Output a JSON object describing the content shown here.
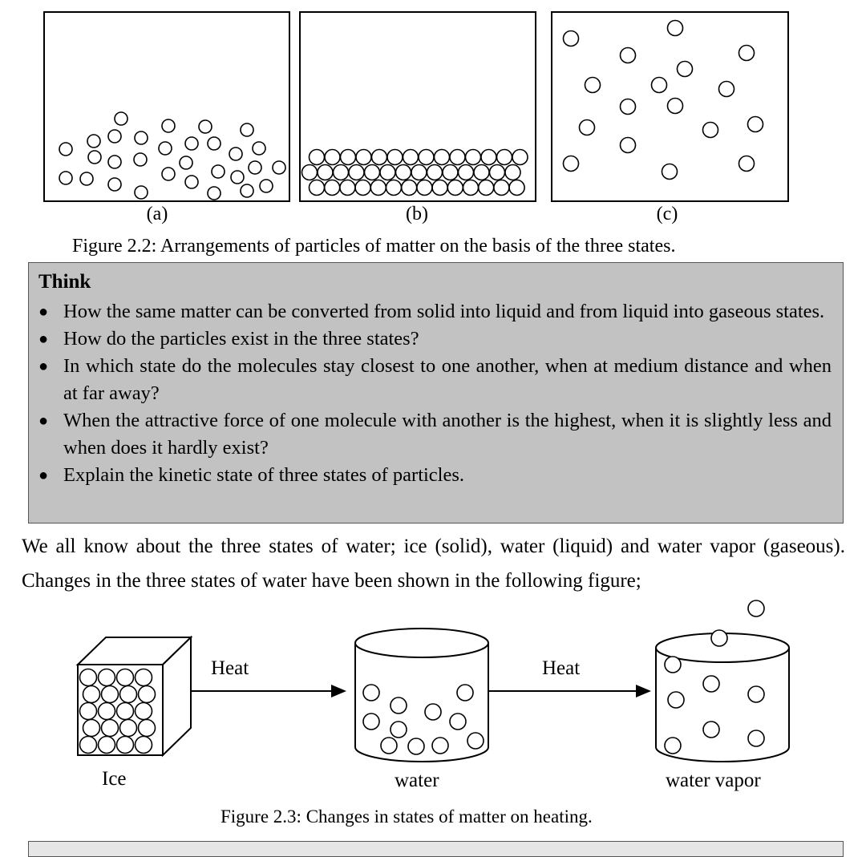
{
  "figure_2_2": {
    "panel_labels": [
      "(a)",
      "(b)",
      "(c)"
    ],
    "caption": "Figure 2.2: Arrangements of particles of matter on the basis of the three states."
  },
  "think_box": {
    "title": "Think",
    "items": [
      "How the same matter can be converted from solid into liquid and from liquid into gaseous states.",
      "How do the particles exist in the three states?",
      "In which state do the molecules stay closest to one another, when at medium distance and when at far away?",
      "When the attractive force of one molecule with another is the highest, when it is slightly less and when does it hardly exist?",
      "Explain the kinetic state of three states of particles."
    ]
  },
  "paragraph": "We all know about the three states of water; ice (solid), water (liquid) and water vapor (gaseous). Changes in the three states of water have been shown in the following figure;",
  "figure_2_3": {
    "arrow_label_1": "Heat",
    "arrow_label_2": "Heat",
    "label_ice": "Ice",
    "label_water": "water",
    "label_vapor": "water vapor",
    "caption": "Figure 2.3: Changes in states of matter on heating."
  }
}
